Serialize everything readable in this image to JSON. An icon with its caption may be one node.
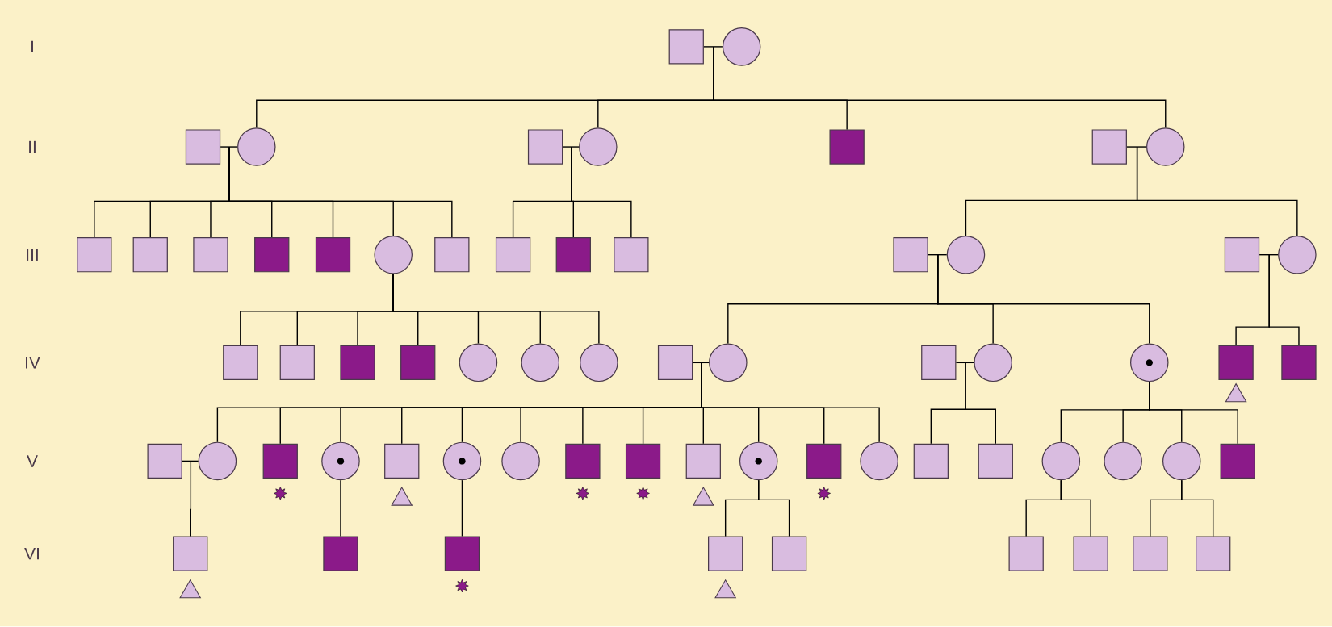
{
  "diagram": {
    "nodes": [
      {
        "text": [],
        "shape": "box"
      },
      {
        "text": [],
        "shape": "circle"
      },
      {
        "text": [],
        "shape": "box"
      },
      {
        "text": [],
        "shape": "circle"
      },
      {
        "text": [],
        "shape": "box"
      },
      {
        "text": [],
        "shape": "circle"
      },
      {
        "text": [],
        "shape": "box"
      },
      {
        "text": [],
        "shape": "box"
      },
      {
        "text": [],
        "shape": "circle"
      },
      {
        "text": [],
        "shape": "box"
      },
      {
        "text": [],
        "shape": "box"
      },
      {
        "text": [],
        "shape": "box"
      },
      {
        "text": [],
        "shape": "box"
      },
      {
        "text": [],
        "shape": "box"
      },
      {
        "text": [],
        "shape": "circle"
      },
      {
        "text": [],
        "shape": "box"
      },
      {
        "text": [],
        "shape": "box"
      },
      {
        "text": [],
        "shape": "box"
      },
      {
        "text": [],
        "shape": "box"
      },
      {
        "text": [],
        "shape": "box"
      },
      {
        "text": [],
        "shape": "circle"
      },
      {
        "text": [],
        "shape": "box"
      },
      {
        "text": [],
        "shape": "circle"
      },
      {
        "text": [],
        "shape": "box"
      },
      {
        "text": [],
        "shape": "box"
      },
      {
        "text": [],
        "shape": "box"
      },
      {
        "text": [],
        "shape": "box"
      },
      {
        "text": [],
        "shape": "circle"
      },
      {
        "text": [],
        "shape": "circle"
      },
      {
        "text": [],
        "shape": "circle"
      },
      {
        "text": [],
        "shape": "box"
      },
      {
        "text": [],
        "shape": "circle"
      },
      {
        "text": [],
        "shape": "box"
      },
      {
        "text": [],
        "shape": "circle"
      },
      {
        "text": [],
        "shape": "circle"
      },
      {
        "text": [],
        "shape": "box"
      },
      {
        "text": [],
        "shape": "box"
      },
      {
        "text": [],
        "shape": "box"
      },
      {
        "text": [],
        "shape": "circle"
      },
      {
        "text": [],
        "shape": "box"
      },
      {
        "text": [],
        "shape": "circle"
      },
      {
        "text": [],
        "shape": "box"
      },
      {
        "text": [],
        "shape": "circle"
      },
      {
        "text": [],
        "shape": "circle"
      },
      {
        "text": [],
        "shape": "box"
      },
      {
        "text": [],
        "shape": "box"
      },
      {
        "text": [],
        "shape": "box"
      },
      {
        "text": [],
        "shape": "circle"
      },
      {
        "text": [],
        "shape": "box"
      },
      {
        "text": [],
        "shape": "circle"
      },
      {
        "text": [],
        "shape": "box"
      },
      {
        "text": [],
        "shape": "box"
      },
      {
        "text": [],
        "shape": "circle"
      },
      {
        "text": [],
        "shape": "circle"
      },
      {
        "text": [],
        "shape": "circle"
      },
      {
        "text": [],
        "shape": "box"
      },
      {
        "text": [],
        "shape": "box"
      },
      {
        "text": [],
        "shape": "box"
      },
      {
        "text": [],
        "shape": "box"
      },
      {
        "text": [],
        "shape": "box"
      },
      {
        "text": [],
        "shape": "box"
      },
      {
        "text": [],
        "shape": "box"
      },
      {
        "text": [],
        "shape": "box"
      },
      {
        "text": [],
        "shape": "box"
      },
      {
        "text": [],
        "shape": "box"
      }
    ],
    "edges": [
      {
        "from": 0,
        "to": 1,
        "arrow": "none"
      },
      {
        "from": 2,
        "to": 3,
        "arrow": "none"
      },
      {
        "from": 4,
        "to": 5,
        "arrow": "none"
      },
      {
        "from": 7,
        "to": 8,
        "arrow": "none"
      },
      {
        "from": 19,
        "to": 20,
        "arrow": "none"
      },
      {
        "from": 21,
        "to": 22,
        "arrow": "none"
      },
      {
        "from": 30,
        "to": 31,
        "arrow": "none"
      },
      {
        "from": 32,
        "to": 33,
        "arrow": "none"
      },
      {
        "from": 37,
        "to": 38,
        "arrow": "none"
      },
      {
        "from": 0,
        "to": 3,
        "arrow": "none"
      },
      {
        "from": 0,
        "to": 5,
        "arrow": "none"
      },
      {
        "from": 0,
        "to": 6,
        "arrow": "none"
      },
      {
        "from": 0,
        "to": 8,
        "arrow": "none"
      },
      {
        "from": 2,
        "to": 9,
        "arrow": "none"
      },
      {
        "from": 2,
        "to": 10,
        "arrow": "none"
      },
      {
        "from": 2,
        "to": 11,
        "arrow": "none"
      },
      {
        "from": 2,
        "to": 12,
        "arrow": "none"
      },
      {
        "from": 2,
        "to": 13,
        "arrow": "none"
      },
      {
        "from": 2,
        "to": 14,
        "arrow": "none"
      },
      {
        "from": 2,
        "to": 15,
        "arrow": "none"
      },
      {
        "from": 4,
        "to": 16,
        "arrow": "none"
      },
      {
        "from": 4,
        "to": 17,
        "arrow": "none"
      },
      {
        "from": 4,
        "to": 18,
        "arrow": "none"
      },
      {
        "from": 7,
        "to": 20,
        "arrow": "none"
      },
      {
        "from": 7,
        "to": 22,
        "arrow": "none"
      },
      {
        "from": 14,
        "to": 23,
        "arrow": "none"
      },
      {
        "from": 14,
        "to": 24,
        "arrow": "none"
      },
      {
        "from": 14,
        "to": 25,
        "arrow": "none"
      },
      {
        "from": 14,
        "to": 26,
        "arrow": "none"
      },
      {
        "from": 14,
        "to": 27,
        "arrow": "none"
      },
      {
        "from": 14,
        "to": 28,
        "arrow": "none"
      },
      {
        "from": 14,
        "to": 29,
        "arrow": "none"
      },
      {
        "from": 19,
        "to": 31,
        "arrow": "none"
      },
      {
        "from": 19,
        "to": 33,
        "arrow": "none"
      },
      {
        "from": 19,
        "to": 34,
        "arrow": "none"
      },
      {
        "from": 21,
        "to": 35,
        "arrow": "none"
      },
      {
        "from": 21,
        "to": 36,
        "arrow": "none"
      },
      {
        "from": 30,
        "to": 38,
        "arrow": "none"
      },
      {
        "from": 30,
        "to": 39,
        "arrow": "none"
      },
      {
        "from": 30,
        "to": 40,
        "arrow": "none"
      },
      {
        "from": 30,
        "to": 41,
        "arrow": "none"
      },
      {
        "from": 30,
        "to": 42,
        "arrow": "none"
      },
      {
        "from": 30,
        "to": 43,
        "arrow": "none"
      },
      {
        "from": 30,
        "to": 44,
        "arrow": "none"
      },
      {
        "from": 30,
        "to": 45,
        "arrow": "none"
      },
      {
        "from": 30,
        "to": 46,
        "arrow": "none"
      },
      {
        "from": 30,
        "to": 47,
        "arrow": "none"
      },
      {
        "from": 30,
        "to": 48,
        "arrow": "none"
      },
      {
        "from": 30,
        "to": 49,
        "arrow": "none"
      },
      {
        "from": 32,
        "to": 50,
        "arrow": "none"
      },
      {
        "from": 32,
        "to": 51,
        "arrow": "none"
      },
      {
        "from": 34,
        "to": 52,
        "arrow": "none"
      },
      {
        "from": 34,
        "to": 53,
        "arrow": "none"
      },
      {
        "from": 34,
        "to": 54,
        "arrow": "none"
      },
      {
        "from": 34,
        "to": 55,
        "arrow": "none"
      },
      {
        "from": 37,
        "to": 56,
        "arrow": "none"
      },
      {
        "from": 40,
        "to": 57,
        "arrow": "none"
      },
      {
        "from": 42,
        "to": 58,
        "arrow": "none"
      },
      {
        "from": 47,
        "to": 59,
        "arrow": "none"
      },
      {
        "from": 47,
        "to": 60,
        "arrow": "none"
      },
      {
        "from": 52,
        "to": 61,
        "arrow": "none"
      },
      {
        "from": 52,
        "to": 62,
        "arrow": "none"
      },
      {
        "from": 54,
        "to": 63,
        "arrow": "none"
      },
      {
        "from": 54,
        "to": 64,
        "arrow": "none"
      }
    ],
    "labels": [
      "I",
      "II",
      "III",
      "IV",
      "V",
      "VI"
    ]
  }
}
